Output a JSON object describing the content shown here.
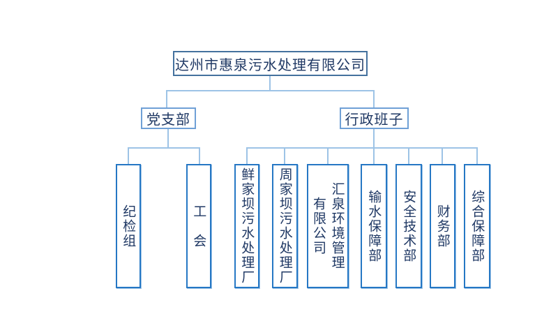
{
  "slide": {
    "background": "#ffffff"
  },
  "colors": {
    "root_border": "#44719E",
    "branch_border": "#6FA0D6",
    "leaf_border": "#2577C4",
    "connector_line": "#9DC3E6",
    "text": "#1F3864"
  },
  "org_chart": {
    "root": {
      "label": "达州市惠泉污水处理有限公司"
    },
    "branches": [
      {
        "label": "党支部"
      },
      {
        "label": "行政班子"
      }
    ],
    "party_departments": [
      {
        "label": "纪检组"
      },
      {
        "label": "工　会"
      }
    ],
    "admin_departments": [
      {
        "label": "鲜家坝污水处理厂"
      },
      {
        "label": "周家坝污水处理厂"
      },
      {
        "label": "汇泉环境管理\n有限公司"
      },
      {
        "label": "输水保障部"
      },
      {
        "label": "安全技术部"
      },
      {
        "label": "财务部"
      },
      {
        "label": "综合保障部"
      }
    ]
  }
}
